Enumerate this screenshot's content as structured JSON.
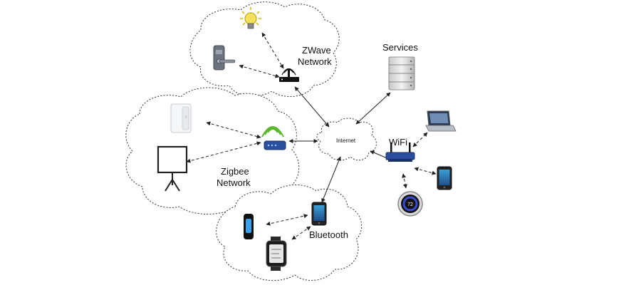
{
  "networks": {
    "zwave": {
      "label_line1": "ZWave",
      "label_line2": "Network"
    },
    "zigbee": {
      "label_line1": "Zigbee",
      "label_line2": "Network"
    },
    "bluetooth": {
      "label": "Bluetooth"
    },
    "wifi": {
      "label": "WiFi"
    },
    "internet": {
      "label": "Internet"
    },
    "services": {
      "label": "Services"
    }
  },
  "devices": {
    "thermostat_display": "72"
  },
  "colors": {
    "cloud_stroke": "#333333",
    "router_blue": "#2b4f9e",
    "signal_green": "#5cb82e",
    "bulb_yellow": "#f5e05a",
    "thermostat_ring": "#3a4bd6"
  }
}
